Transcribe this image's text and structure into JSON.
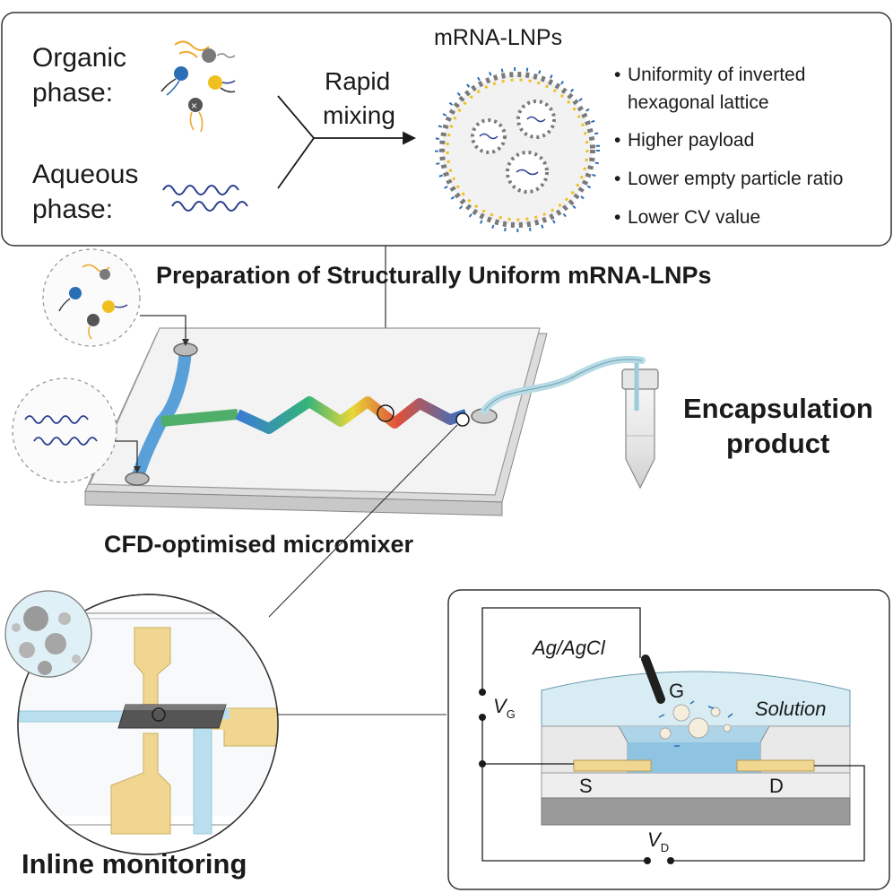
{
  "top_panel": {
    "organic_line1": "Organic",
    "organic_line2": "phase:",
    "aqueous_line1": "Aqueous",
    "aqueous_line2": "phase:",
    "mixing_line1": "Rapid",
    "mixing_line2": "mixing",
    "product_title": "mRNA-LNPs",
    "bullets": [
      "Uniformity of inverted",
      "hexagonal lattice",
      "Higher payload",
      "Lower empty particle ratio",
      "Lower CV value"
    ]
  },
  "section_title": "Preparation of Structurally Uniform mRNA-LNPs",
  "product_label_line1": "Encapsulation",
  "product_label_line2": "product",
  "micromixer_label": "CFD-optimised micromixer",
  "monitoring_label": "Inline monitoring",
  "circuit": {
    "electrode": "Ag/AgCl",
    "gate": "G",
    "solution": "Solution",
    "source": "S",
    "drain": "D",
    "vg_main": "V",
    "vg_sub": "G",
    "vd_main": "V",
    "vd_sub": "D"
  },
  "colors": {
    "lipid_grey": "#7a7a7a",
    "lipid_blue": "#2a6fb5",
    "lipid_yellow": "#f0c020",
    "tail_orange": "#f0a830",
    "mrna_blue": "#2b3f8f",
    "electrode_gold": "#f0d690",
    "solution_blue": "#d8ecf4",
    "channel_blue": "#a9d6ea"
  }
}
